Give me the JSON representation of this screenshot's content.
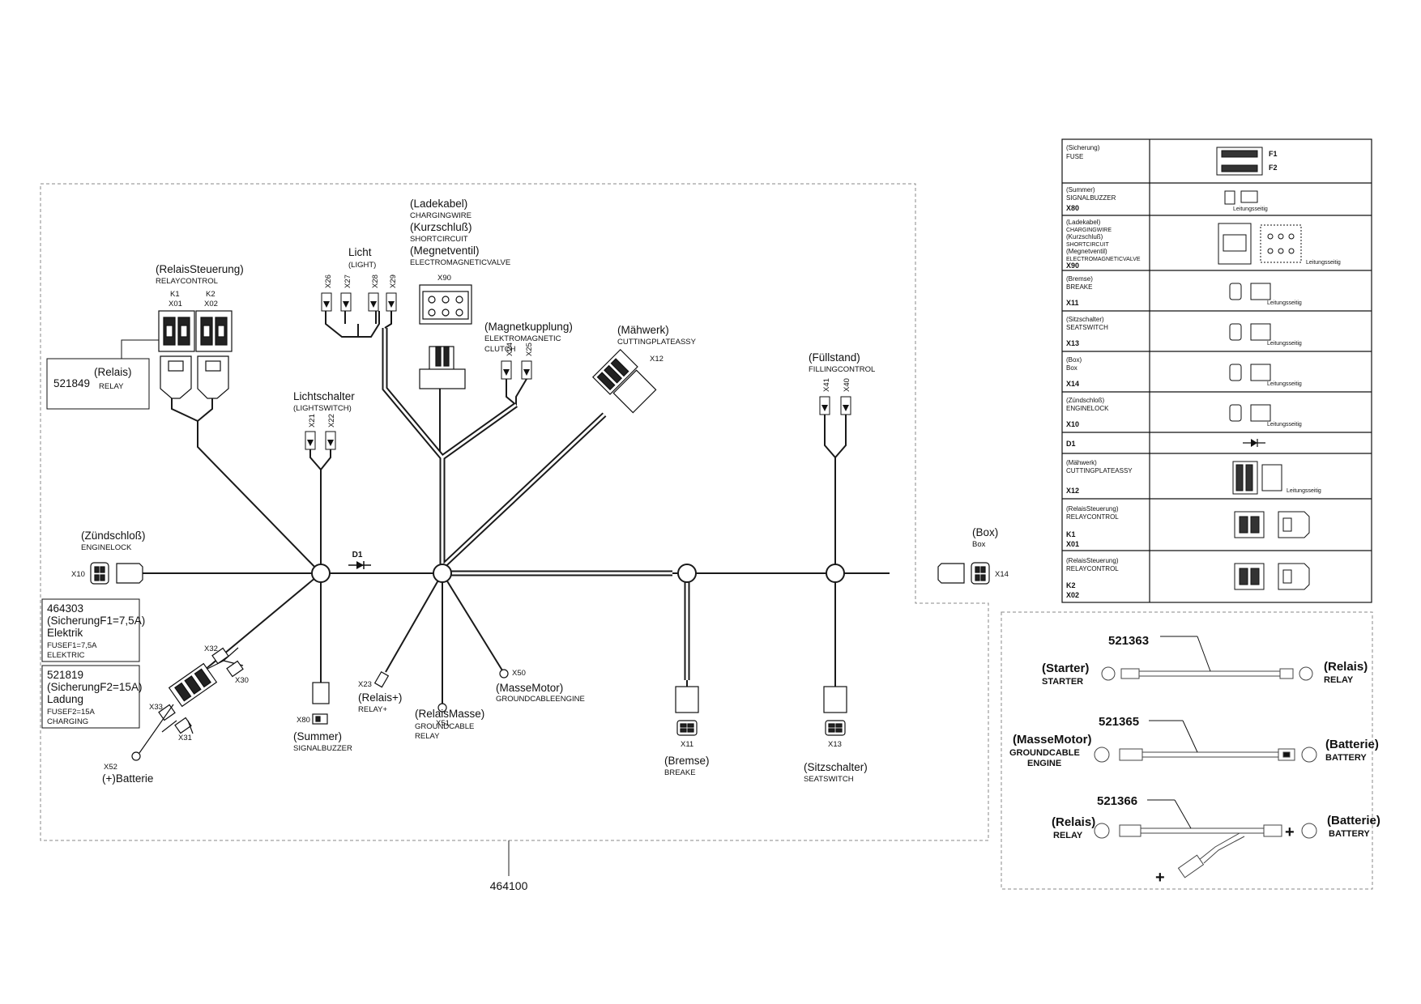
{
  "main_part_number": "464100",
  "diode": "D1",
  "relay_control": {
    "title": "(RelaisSteuerung)",
    "subtitle": "RELAYCONTROL",
    "k1": "K1",
    "k1_code": "X01",
    "k2": "K2",
    "k2_code": "X02"
  },
  "relay_box": {
    "part": "521849",
    "title": "(Relais)",
    "subtitle": "RELAY"
  },
  "charging": {
    "line1": "(Ladekabel)",
    "line1_sub": "CHARGINGWIRE",
    "line2": "(Kurzschluß)",
    "line2_sub": "SHORTCIRCUIT",
    "line3": "(Megnetventil)",
    "line3_sub": "ELECTROMAGNETICVALVE",
    "code": "X90"
  },
  "light": {
    "title": "Licht",
    "subtitle": "(LIGHT)",
    "codes": [
      "X26",
      "X27",
      "X28",
      "X29"
    ]
  },
  "magnet_clutch": {
    "title": "(Magnetkupplung)",
    "sub1": "ELEKTROMAGNETIC",
    "sub2": "CLUTCH",
    "codes": [
      "X24",
      "X25"
    ]
  },
  "mower": {
    "title": "(Mähwerk)",
    "subtitle": "CUTTINGPLATEASSY",
    "code": "X12"
  },
  "light_switch": {
    "title": "Lichtschalter",
    "subtitle": "(LIGHTSWITCH)",
    "codes": [
      "X21",
      "X22"
    ]
  },
  "fill_level": {
    "title": "(Füllstand)",
    "subtitle": "FILLINGCONTROL",
    "codes": [
      "X41",
      "X40"
    ]
  },
  "ignition": {
    "title": "(Zündschloß)",
    "subtitle": "ENGINELOCK",
    "code": "X10"
  },
  "box": {
    "title": "(Box)",
    "subtitle": "Box",
    "code": "X14"
  },
  "fuse1": {
    "part": "464303",
    "line1": "(SicherungF1=7,5A)",
    "line2": "Elektrik",
    "sub1": "FUSEF1=7,5A",
    "sub2": "ELEKTRIC"
  },
  "fuse2": {
    "part": "521819",
    "line1": "(SicherungF2=15A)",
    "line2": "Ladung",
    "sub1": "FUSEF2=15A",
    "sub2": "CHARGING"
  },
  "fuse_codes": [
    "X32",
    "X30",
    "X33",
    "X31"
  ],
  "battery": {
    "code": "X52",
    "label": "(+)Batterie"
  },
  "summer": {
    "code": "X80",
    "title": "(Summer)",
    "subtitle": "SIGNALBUZZER"
  },
  "relay_plus": {
    "code": "X23",
    "title": "(Relais+)",
    "subtitle": "RELAY+"
  },
  "relay_ground": {
    "code": "X51",
    "title": "(RelaisMasse)",
    "sub1": "GROUNDCABLE",
    "sub2": "RELAY"
  },
  "motor_ground": {
    "code": "X50",
    "title": "(MasseMotor)",
    "subtitle": "GROUNDCABLEENGINE"
  },
  "brake": {
    "code": "X11",
    "title": "(Bremse)",
    "subtitle": "BREAKE"
  },
  "seat_switch": {
    "code": "X13",
    "title": "(Sitzschalter)",
    "subtitle": "SEATSWITCH"
  },
  "legend": [
    {
      "title": "(Sicherung)",
      "sub": "FUSE",
      "code": "",
      "marks": [
        "F1",
        "F2"
      ]
    },
    {
      "title": "(Summer)",
      "sub": "SIGNALBUZZER",
      "code": "X80",
      "note": "Leitungsseitig"
    },
    {
      "title": "(Ladekabel)",
      "sub": "CHARGINGWIRE",
      "title2": "(Kurzschluß)",
      "sub2": "SHORTCIRCUIT",
      "title3": "(Megnetventil)",
      "sub3": "ELECTROMAGNETICVALVE",
      "code": "X90",
      "note": "Leitungsseitig"
    },
    {
      "title": "(Bremse)",
      "sub": "BREAKE",
      "code": "X11",
      "note": "Leitungsseitig"
    },
    {
      "title": "(Sitzschalter)",
      "sub": "SEATSWITCH",
      "code": "X13",
      "note": "Leitungsseitig"
    },
    {
      "title": "(Box)",
      "sub": "Box",
      "code": "X14",
      "note": "Leitungsseitig"
    },
    {
      "title": "(Zündschloß)",
      "sub": "ENGINELOCK",
      "code": "X10",
      "note": "Leitungsseitig"
    },
    {
      "title": "",
      "sub": "",
      "code": "D1"
    },
    {
      "title": "(Mähwerk)",
      "sub": "CUTTINGPLATEASSY",
      "code": "X12",
      "note": "Leitungsseitig"
    },
    {
      "title": "(RelaisSteuerung)",
      "sub": "RELAYCONTROL",
      "code": "K1",
      "code2": "X01"
    },
    {
      "title": "(RelaisSteuerung)",
      "sub": "RELAYCONTROL",
      "code": "K2",
      "code2": "X02"
    }
  ],
  "cables": [
    {
      "part": "521363",
      "left": "(Starter)",
      "left_sub": "STARTER",
      "right": "(Relais)",
      "right_sub": "RELAY"
    },
    {
      "part": "521365",
      "left": "(MasseMotor)",
      "left_sub": "GROUNDCABLE",
      "left_sub2": "ENGINE",
      "right": "(Batterie)",
      "right_sub": "BATTERY"
    },
    {
      "part": "521366",
      "left": "(Relais)",
      "left_sub": "RELAY",
      "right": "(Batterie)",
      "right_sub": "BATTERY"
    }
  ]
}
